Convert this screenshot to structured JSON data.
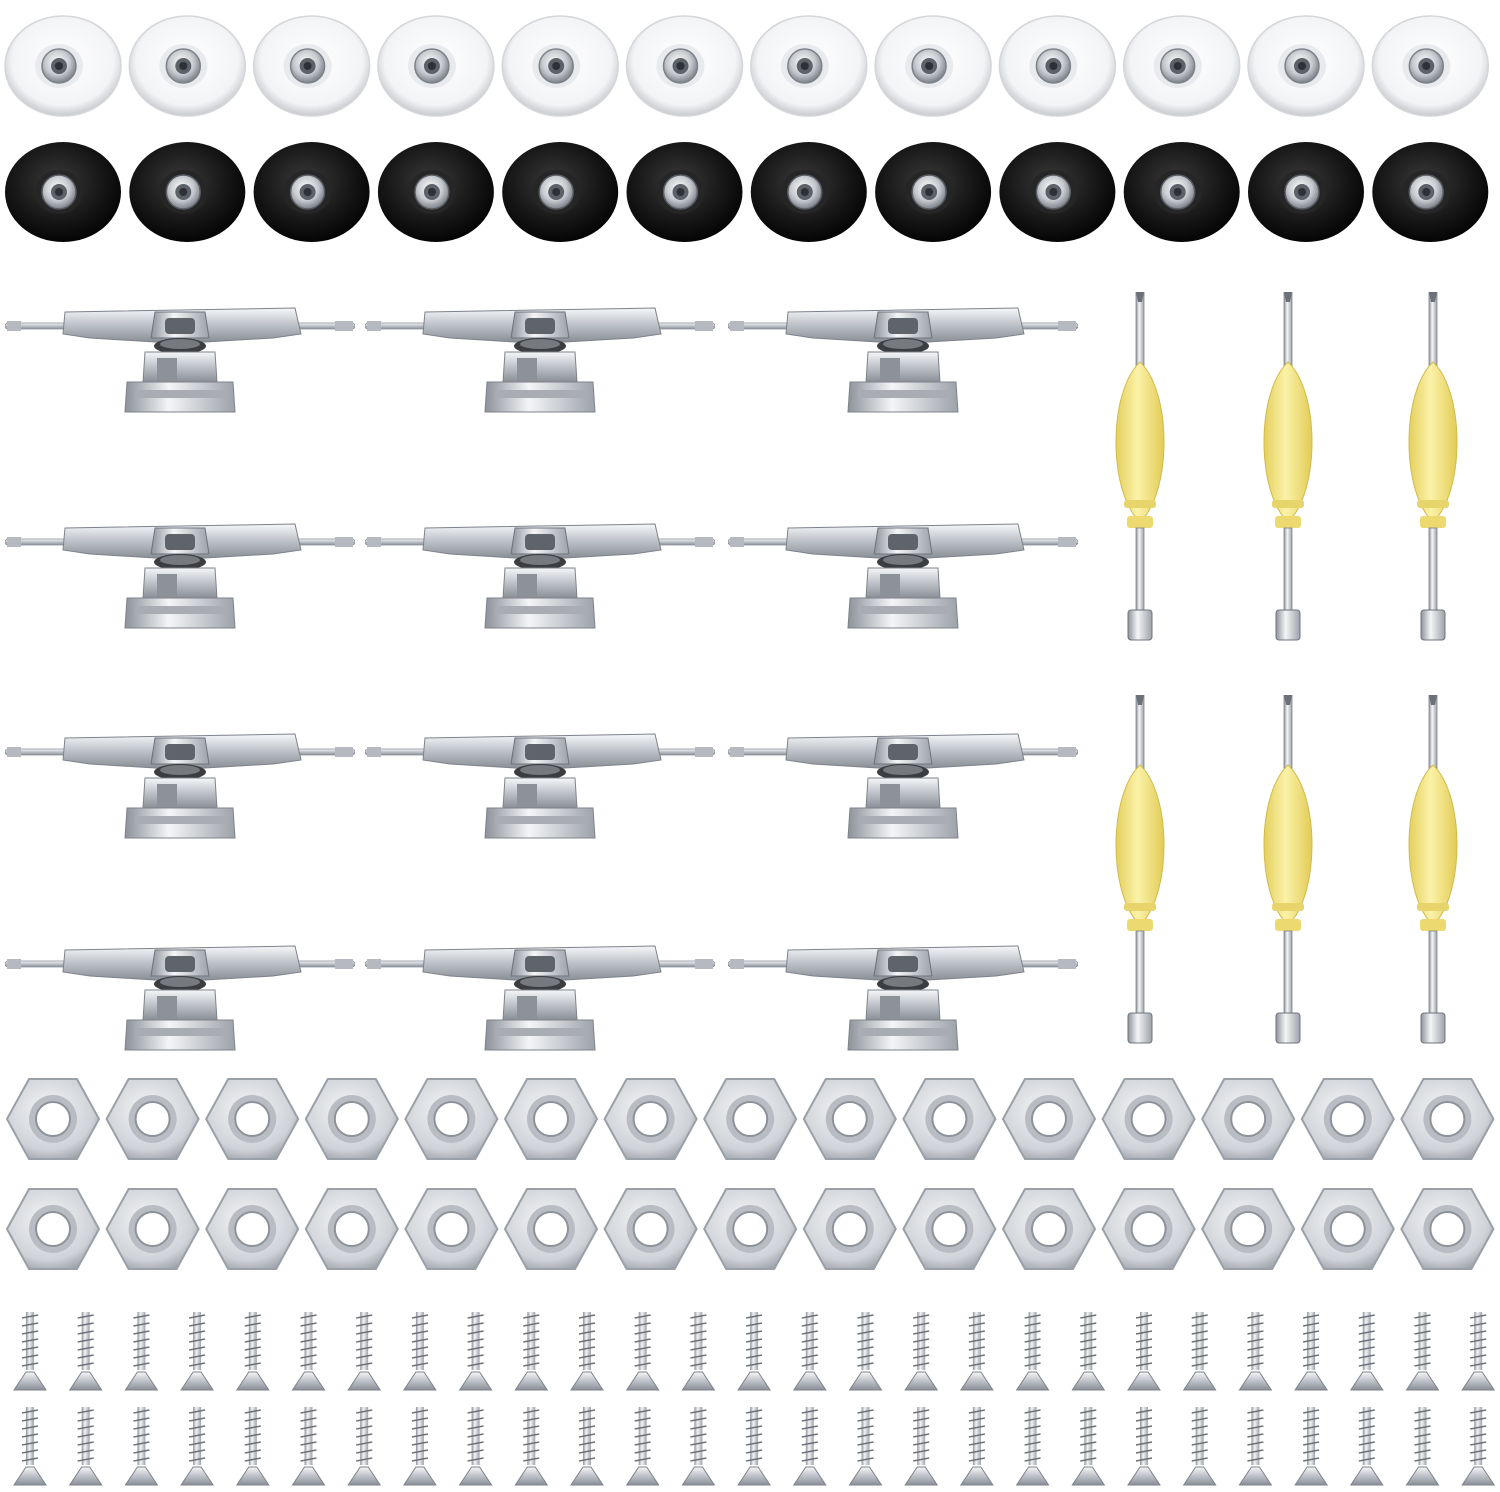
{
  "image": {
    "background": "#ffffff",
    "colors": {
      "white_wheel": "#ffffff",
      "white_wheel_edge": "#c9cbcf",
      "black_wheel": "#151515",
      "bearing": "#c9ccd1",
      "bearing_dark": "#6d7178",
      "metal_light": "#eef0f3",
      "metal_mid": "#b9bdc3",
      "metal_dark": "#7a7f87",
      "handle_yellow": "#f1e27c",
      "handle_shadow": "#d9c55a"
    },
    "objects": [
      {
        "kind": "fingerboard-wheel-white",
        "count": 12
      },
      {
        "kind": "fingerboard-wheel-black",
        "count": 12
      },
      {
        "kind": "fingerboard-truck",
        "count": 12
      },
      {
        "kind": "screwdriver-tool",
        "count": 6
      },
      {
        "kind": "hex-nut",
        "count": 30
      },
      {
        "kind": "countersunk-screw",
        "count": 54
      }
    ]
  }
}
